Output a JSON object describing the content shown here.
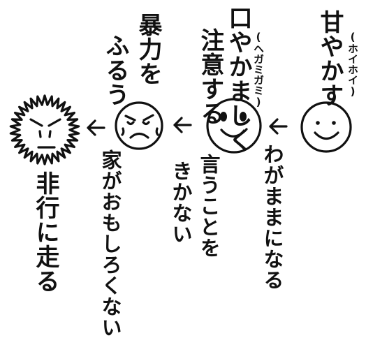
{
  "stages": [
    {
      "id": "stage-1",
      "face": "smiling-face",
      "parent_action": "甘やかす",
      "parent_note": "(ホイホイ)",
      "child_result": "わがままになる"
    },
    {
      "id": "stage-2",
      "face": "happy-face-dark-eyes",
      "parent_action": "口やかましく",
      "parent_action_2": "注意する",
      "parent_note": "(ヘガミガミ)",
      "child_result": "言うことを",
      "child_result_2": "きかない"
    },
    {
      "id": "stage-3",
      "face": "upset-face",
      "parent_action": "暴力を",
      "parent_action_2": "ふるう",
      "child_result": "家がおもしろくない"
    },
    {
      "id": "stage-4",
      "face": "angry-spiky-face",
      "child_result": "非行に走る"
    }
  ],
  "arrows": [
    "arrow-left",
    "arrow-left",
    "arrow-left"
  ]
}
